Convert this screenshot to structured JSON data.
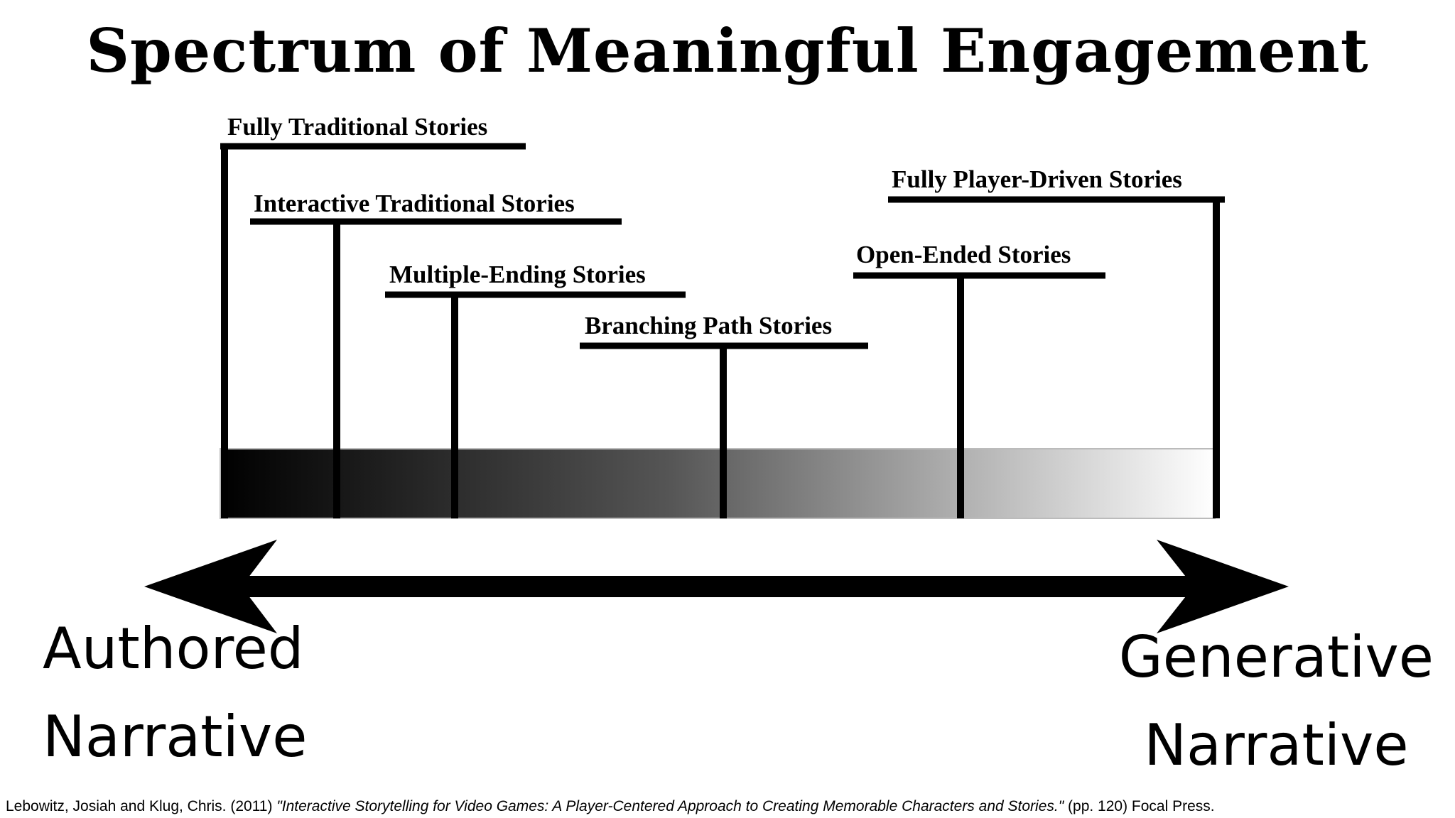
{
  "title": "Spectrum of Meaningful Engagement",
  "stories": [
    "Fully Traditional Stories",
    "Interactive Traditional Stories",
    "Multiple-Ending Stories",
    "Branching Path Stories",
    "Open-Ended Stories",
    "Fully Player-Driven Stories"
  ],
  "gradient": {
    "start_color": "#000000",
    "end_color": "#ffffff"
  },
  "arrow_color": "#000000",
  "left_end": {
    "line1": "Authored",
    "line2": "Narrative"
  },
  "right_end": {
    "line1": "Generative",
    "line2": "Narrative"
  },
  "citation": {
    "authors": "Lebowitz, Josiah and Klug, Chris. (2011)",
    "work": "\"Interactive Storytelling for Video Games: A Player-Centered Approach to Creating Memorable Characters and Stories.\"",
    "tail": "(pp. 120) Focal Press."
  }
}
